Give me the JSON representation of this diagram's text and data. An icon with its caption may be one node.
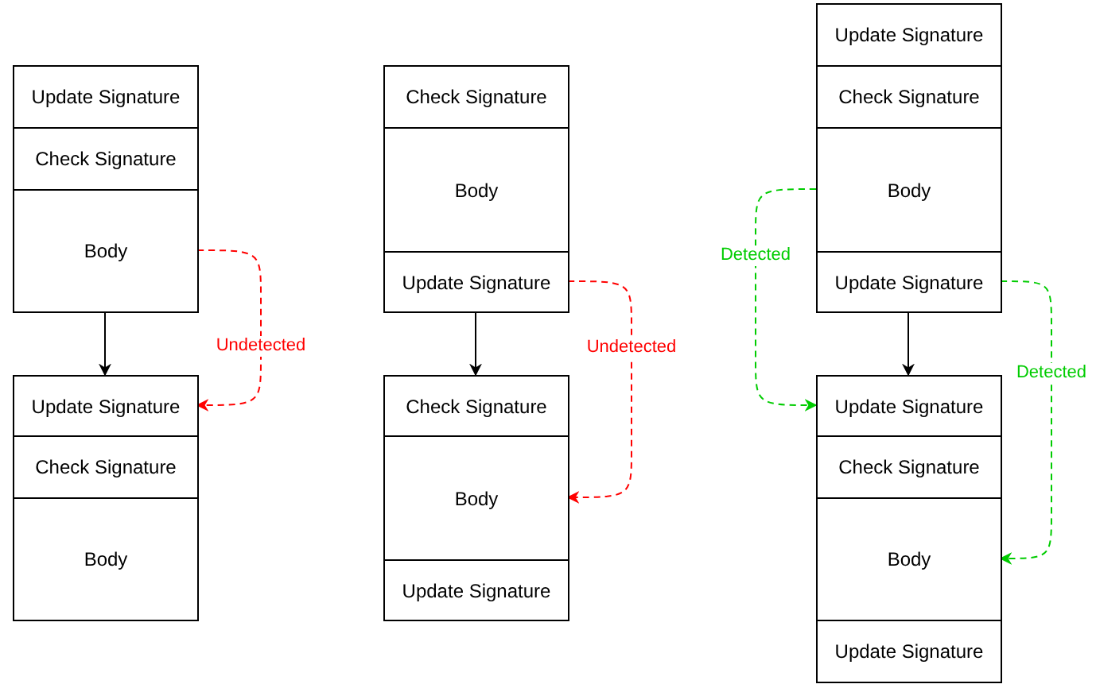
{
  "diagram": {
    "nodes": [
      {
        "text": [
          "Update Signature"
        ]
      },
      {
        "text": [
          "Check Signature"
        ]
      },
      {
        "text": [
          "Body"
        ]
      },
      {
        "text": [
          "Update Signature"
        ]
      },
      {
        "text": [
          "Check Signature"
        ]
      },
      {
        "text": [
          "Body"
        ]
      },
      {
        "text": [
          "Check Signature"
        ]
      },
      {
        "text": [
          "Body"
        ]
      },
      {
        "text": [
          "Update Signature"
        ]
      },
      {
        "text": [
          "Check Signature"
        ]
      },
      {
        "text": [
          "Body"
        ]
      },
      {
        "text": [
          "Update Signature"
        ]
      },
      {
        "text": [
          "Update Signature"
        ]
      },
      {
        "text": [
          "Check Signature"
        ]
      },
      {
        "text": [
          "Body"
        ]
      },
      {
        "text": [
          "Update Signature"
        ]
      },
      {
        "text": [
          "Update Signature"
        ]
      },
      {
        "text": [
          "Check Signature"
        ]
      },
      {
        "text": [
          "Body"
        ]
      },
      {
        "text": [
          "Update Signature"
        ]
      }
    ],
    "edges": [
      {
        "from": 2,
        "to": 3,
        "arrow": "to"
      },
      {
        "from": 2,
        "to": 3,
        "arrow": "to",
        "label": "Undetected",
        "style": "dashed",
        "color": "#ff0000"
      },
      {
        "from": 8,
        "to": 9,
        "arrow": "to"
      },
      {
        "from": 8,
        "to": 10,
        "arrow": "to",
        "label": "Undetected",
        "style": "dashed",
        "color": "#ff0000"
      },
      {
        "from": 15,
        "to": 16,
        "arrow": "to"
      },
      {
        "from": 14,
        "to": 16,
        "arrow": "to",
        "label": "Detected",
        "style": "dashed",
        "color": "#00cc00"
      },
      {
        "from": 15,
        "to": 18,
        "arrow": "to",
        "label": "Detected",
        "style": "dashed",
        "color": "#00cc00"
      }
    ]
  }
}
